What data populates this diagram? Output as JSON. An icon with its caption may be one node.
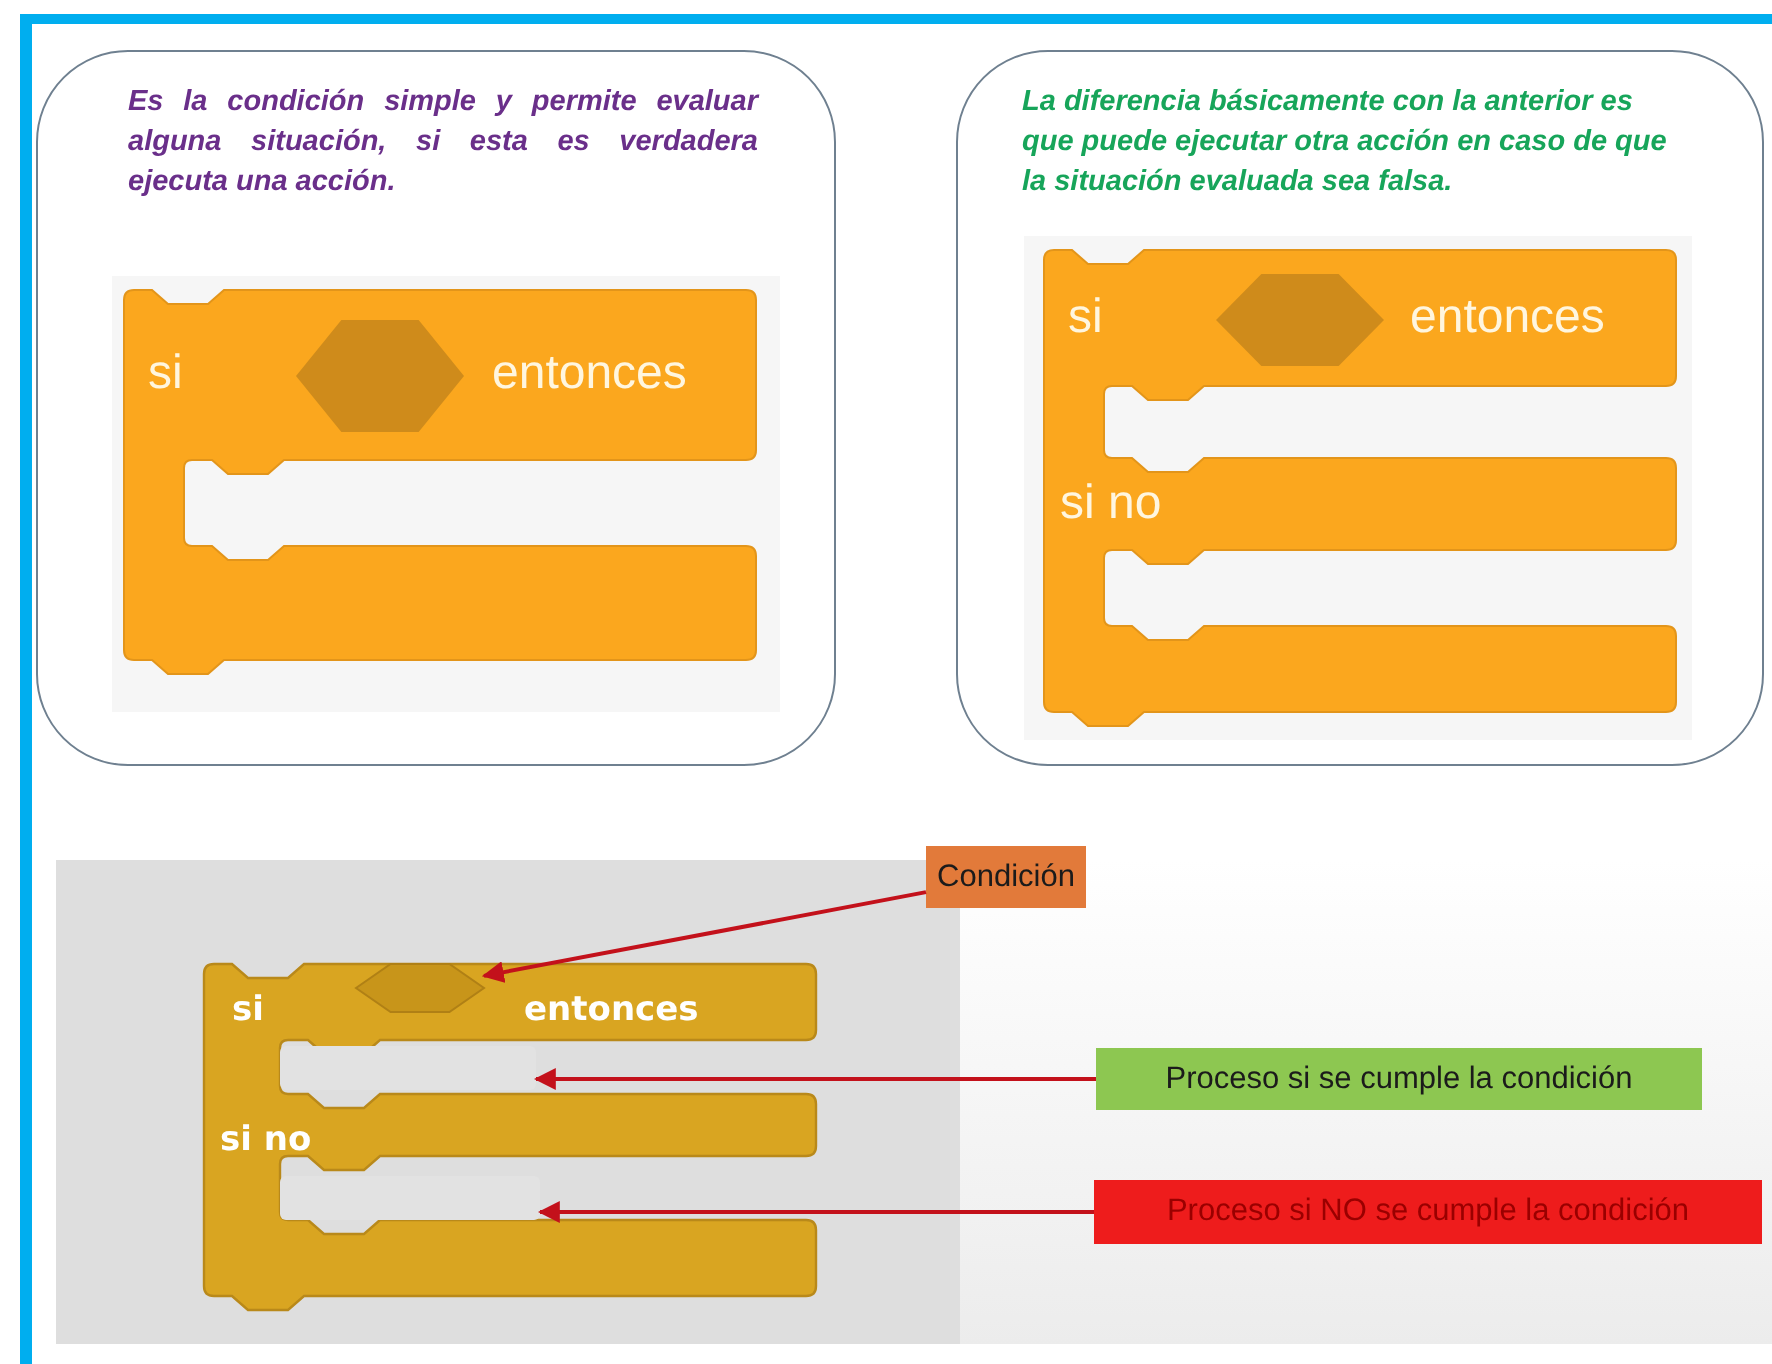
{
  "diagram": {
    "nodes": [
      {
        "text": [
          "Es la condición simple y permite evaluar alguna situación, si esta es verdadera ejecuta una acción."
        ]
      },
      {
        "text": [
          "La diferencia básicamente con la anterior es que puede ejecutar otra acción en caso de que la situación evaluada sea falsa."
        ]
      },
      {
        "text": [
          "Condición"
        ]
      },
      {
        "text": [
          "Proceso si se cumple la condición"
        ]
      },
      {
        "text": [
          "Proceso si NO se cumple la condición"
        ]
      },
      {
        "text": [],
        "shape": "hexagon"
      },
      {
        "text": [],
        "shape": "box"
      },
      {
        "text": [],
        "shape": "box"
      }
    ],
    "edges": [
      {
        "from": 2,
        "to": 5,
        "arrow": "to"
      },
      {
        "from": 3,
        "to": 6,
        "arrow": "to"
      },
      {
        "from": 4,
        "to": 7,
        "arrow": "to"
      }
    ],
    "labels": [
      "si",
      "entonces",
      "si",
      "entonces",
      "si no",
      "si",
      "entonces",
      "si no"
    ]
  }
}
